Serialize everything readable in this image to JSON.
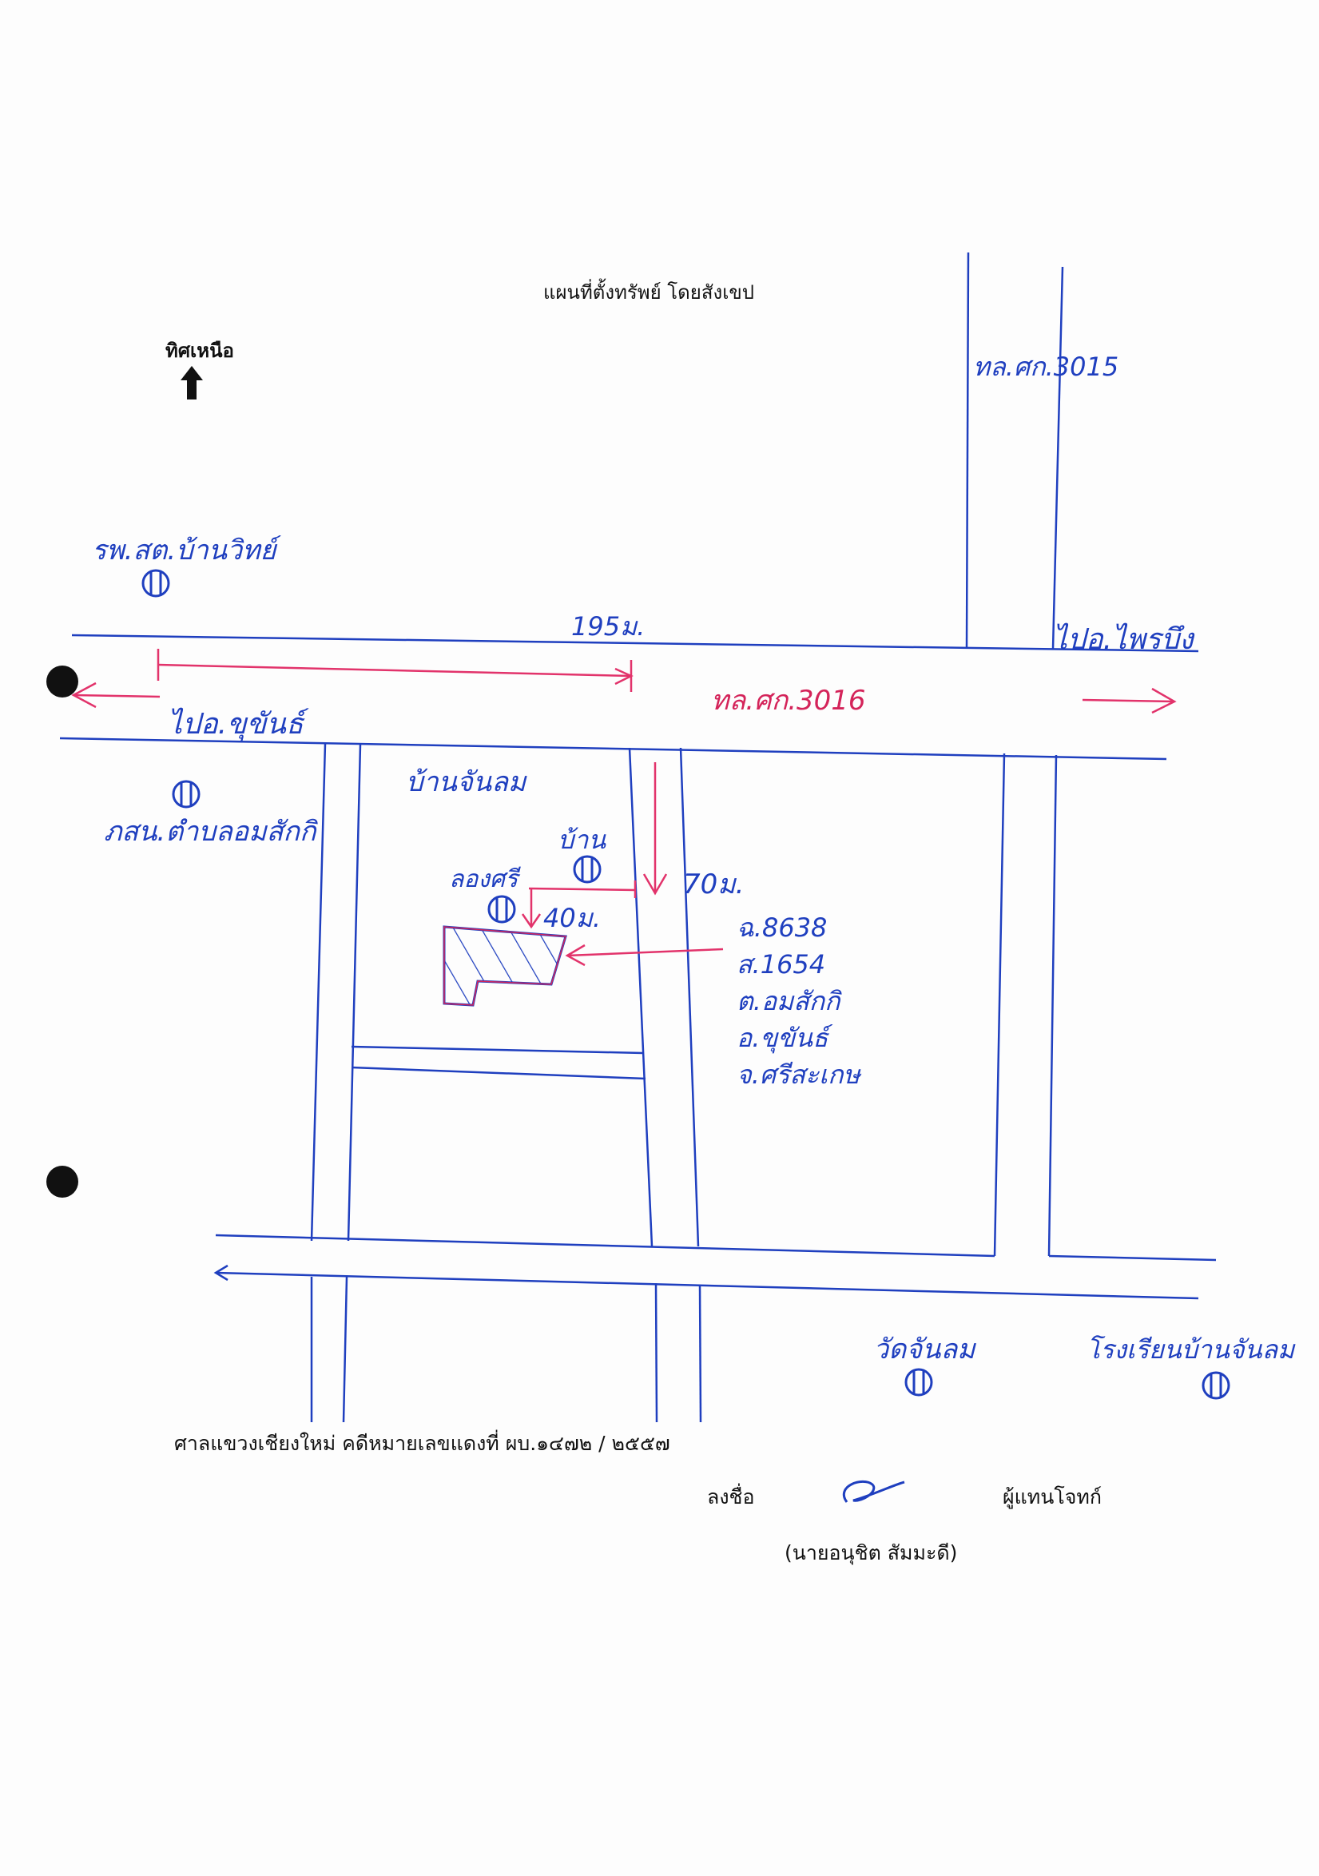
{
  "title": "แผนที่ตั้งทรัพย์ โดยสังเขป",
  "north_label": "ทิศเหนือ",
  "roads": {
    "route_3016": "ทล.ศก.3016",
    "route_3015": "ทล.ศก.3015",
    "to_khukhan": "ไปอ.ขุขันธ์",
    "to_phrai_bueng": "ไปอ.ไพรบึง"
  },
  "distances": {
    "d_195m": "195ม.",
    "d_70m": "70ม.",
    "d_40m": "40ม."
  },
  "landmarks": {
    "school_banwit": "รพ.สต.บ้านวิทย์",
    "tambon_office": "ภสน.ตำบลอมสักกิ",
    "village": "บ้านจันลม",
    "house": "บ้าน",
    "another": "ลองศรี",
    "temple": "วัดจันลม",
    "school_chanlom": "โรงเรียนบ้านจันลม"
  },
  "parcel_info": {
    "line1": "ฉ.8638",
    "line2": "ส.1654",
    "line3": "ต.อมสักกิ",
    "line4": "อ.ขุขันธ์",
    "line5": "จ.ศรีสะเกษ"
  },
  "court_line": "ศาลแขวงเชียงใหม่  คดีหมายเลขแดงที่ ผบ.๑๔๗๒ / ๒๕๕๗",
  "signature": {
    "sign_label": "ลงชื่อ",
    "role": "ผู้แทนโจทก์",
    "name": "(นายอนุชิต  สัมมะดี)"
  },
  "colors": {
    "road_blue": "#1f3fbf",
    "arrow_pink": "#e2336b"
  }
}
